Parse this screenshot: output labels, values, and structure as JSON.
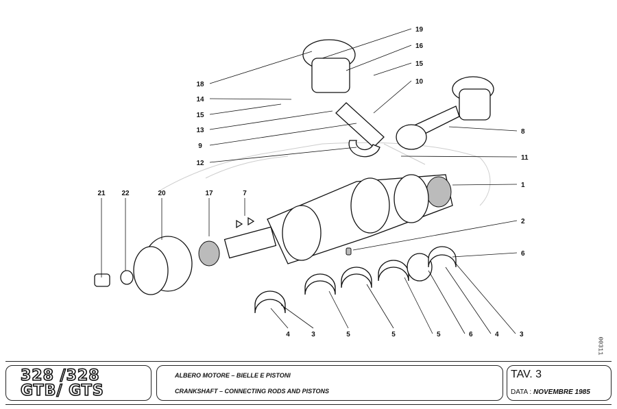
{
  "diagram": {
    "callouts": [
      "19",
      "16",
      "15",
      "10",
      "8",
      "11",
      "1",
      "2",
      "6",
      "18",
      "14",
      "15",
      "13",
      "9",
      "12",
      "21",
      "22",
      "20",
      "17",
      "7",
      "4",
      "3",
      "5",
      "5",
      "5",
      "6",
      "4",
      "3"
    ]
  },
  "title_block": {
    "model_line1": "328 /328",
    "model_line2": "GTB/ GTS",
    "title_it": "ALBERO MOTORE – BIELLE E PISTONI",
    "title_en": "CRANKSHAFT – CONNECTING RODS AND PISTONS",
    "tav_label": "TAV.",
    "tav_number": "3",
    "date_label": "DATA :",
    "date_value": "NOVEMBRE 1985",
    "drawing_code": "00311"
  }
}
